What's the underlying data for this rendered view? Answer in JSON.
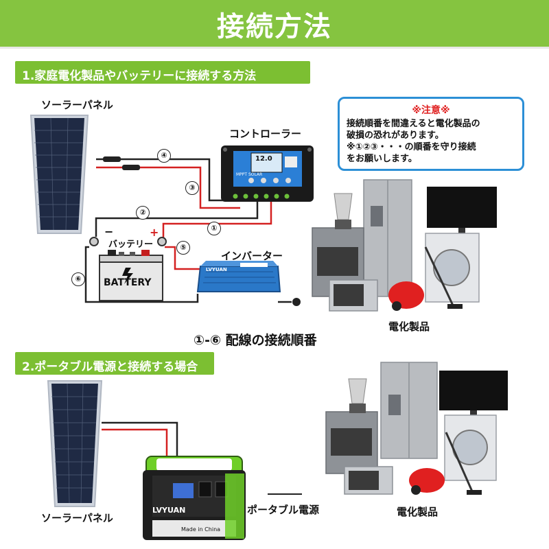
{
  "title": "接続方法",
  "section1": {
    "heading": "1.家庭電化製品やバッテリーに接続する方法",
    "solar_panel_label": "ソーラーパネル",
    "controller_label": "コントローラー",
    "battery_label": "バッテリー",
    "battery_text": "BATTERY",
    "inverter_label": "インバーター",
    "appliances_label": "電化製品",
    "sequence_caption": "①-⑥ 配線の接続順番",
    "steps": [
      "①",
      "②",
      "③",
      "④",
      "⑤",
      "⑥"
    ],
    "minus_sign": "−",
    "plus_sign": "+",
    "controller_screen": "12.0",
    "controller_brand": "MPPT SOLAR",
    "inverter_brand": "LVYUAN"
  },
  "warning": {
    "title": "※注意※",
    "lines": [
      "接続順番を間違えると電化製品の",
      "破損の恐れがあります。",
      "※①②③・・・の順番を守り接続",
      "をお願いします。"
    ]
  },
  "section2": {
    "heading": "2.ポータブル電源と接続する場合",
    "solar_panel_label": "ソーラーパネル",
    "portable_power_label": "ポータブル電源",
    "appliances_label": "電化製品",
    "power_station_brand": "LVYUAN",
    "made_in": "Made in China"
  },
  "colors": {
    "title_green": "#85c440",
    "section_green": "#7cbf32",
    "warning_border": "#2c8fd6",
    "warning_red": "#e01f1f",
    "wire_red": "#d42020",
    "wire_black": "#222222",
    "panel_blue": "#1f2a44",
    "inverter_blue": "#2a78c8",
    "power_station_green": "#6fcf28"
  }
}
